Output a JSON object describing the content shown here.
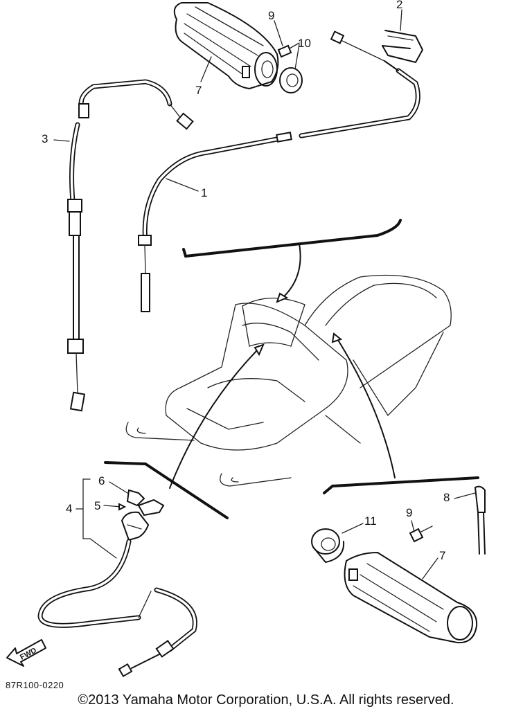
{
  "diagram": {
    "part_labels": {
      "p1": "1",
      "p2": "2",
      "p3": "3",
      "p4": "4",
      "p5": "5",
      "p6": "6",
      "p7_top": "7",
      "p7_bottom": "7",
      "p8": "8",
      "p9_top": "9",
      "p9_bottom": "9",
      "p10": "10",
      "p11": "11"
    },
    "fwd_label": "FWD",
    "drawing_code": "87R100-0220"
  },
  "footer": {
    "copyright": "©2013 Yamaha Motor Corporation, U.S.A. All rights reserved."
  }
}
